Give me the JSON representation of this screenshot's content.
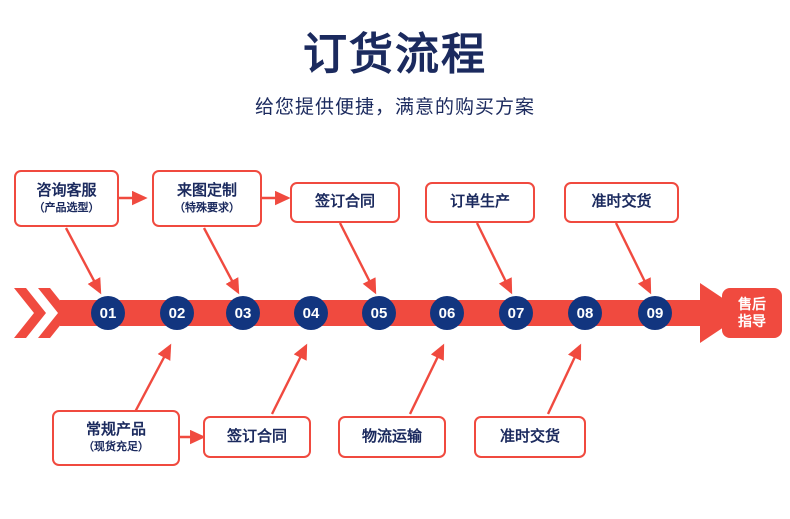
{
  "header": {
    "title": "订货流程",
    "subtitle": "给您提供便捷，满意的购买方案"
  },
  "colors": {
    "accent_red": "#f04a3f",
    "navy": "#12357f",
    "title_navy": "#1b2a5e",
    "white": "#ffffff"
  },
  "top_steps": [
    {
      "line1": "咨询客服",
      "line2": "（产品选型）"
    },
    {
      "line1": "来图定制",
      "line2": "（特殊要求）"
    },
    {
      "line1": "签订合同",
      "line2": ""
    },
    {
      "line1": "订单生产",
      "line2": ""
    },
    {
      "line1": "准时交货",
      "line2": ""
    }
  ],
  "bottom_steps": [
    {
      "line1": "常规产品",
      "line2": "（现货充足）"
    },
    {
      "line1": "签订合同",
      "line2": ""
    },
    {
      "line1": "物流运输",
      "line2": ""
    },
    {
      "line1": "准时交货",
      "line2": ""
    }
  ],
  "nodes": [
    "01",
    "02",
    "03",
    "04",
    "05",
    "06",
    "07",
    "08",
    "09"
  ],
  "end_label": {
    "line1": "售后",
    "line2": "指导"
  },
  "icons": {
    "chevrons": "double-chevron-icon",
    "arrow_head": "arrow-head-icon",
    "timeline": "timeline-arrow-icon"
  }
}
